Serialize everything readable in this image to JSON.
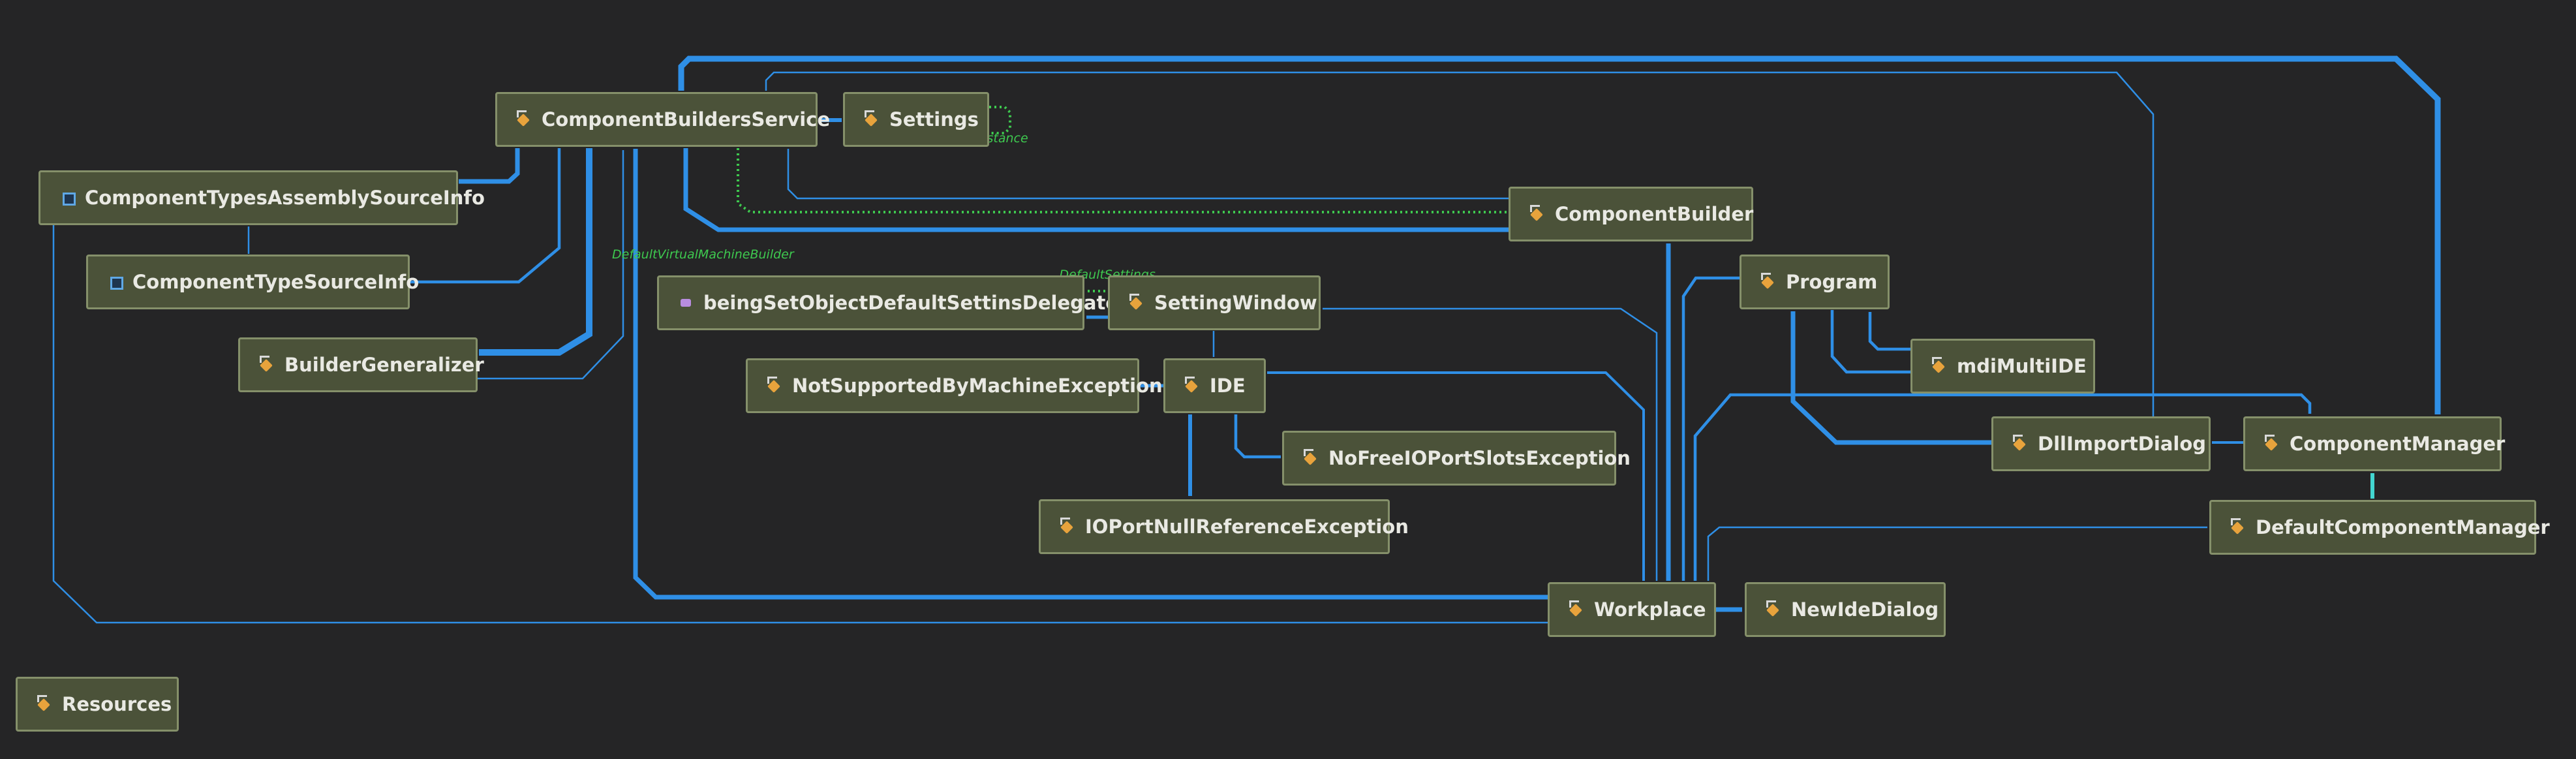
{
  "diagram": {
    "nodes": {
      "component_builders_service": {
        "label": "ComponentBuildersService",
        "icon": "class-icon"
      },
      "settings": {
        "label": "Settings",
        "icon": "class-icon"
      },
      "component_types_assembly_source_info": {
        "label": "ComponentTypesAssemblySourceInfo",
        "icon": "struct-icon"
      },
      "component_type_source_info": {
        "label": "ComponentTypeSourceInfo",
        "icon": "struct-icon"
      },
      "builder_generalizer": {
        "label": "BuilderGeneralizer",
        "icon": "class-icon"
      },
      "being_set_delegate": {
        "label": "beingSetObjectDefaultSettinsDelegate",
        "icon": "delegate-icon"
      },
      "setting_window": {
        "label": "SettingWindow",
        "icon": "class-icon"
      },
      "not_supported_exception": {
        "label": "NotSupportedByMachineException",
        "icon": "class-icon"
      },
      "ide": {
        "label": "IDE",
        "icon": "class-icon"
      },
      "no_free_ioport_exception": {
        "label": "NoFreeIOPortSlotsException",
        "icon": "class-icon"
      },
      "ioport_null_exception": {
        "label": "IOPortNullReferenceException",
        "icon": "class-icon"
      },
      "component_builder": {
        "label": "ComponentBuilder",
        "icon": "class-icon"
      },
      "program": {
        "label": "Program",
        "icon": "class-icon"
      },
      "mdi_multi_ide": {
        "label": "mdiMultiIDE",
        "icon": "class-icon"
      },
      "dll_import_dialog": {
        "label": "DllImportDialog",
        "icon": "class-icon"
      },
      "component_manager": {
        "label": "ComponentManager",
        "icon": "class-icon"
      },
      "default_component_manager": {
        "label": "DefaultComponentManager",
        "icon": "class-icon"
      },
      "workplace": {
        "label": "Workplace",
        "icon": "class-icon"
      },
      "new_ide_dialog": {
        "label": "NewIdeDialog",
        "icon": "class-icon"
      },
      "resources": {
        "label": "Resources",
        "icon": "class-icon"
      }
    },
    "edge_labels": {
      "default_instance": "defaultInstance",
      "default_virtual_machine_builder": "DefaultVirtualMachineBuilder",
      "default_settings": "_DefaultSettings"
    },
    "colors": {
      "background": "#252526",
      "node_fill": "#4b5239",
      "node_border": "#85906a",
      "association": "#2f8fe6",
      "dotted_reference": "#3ec94f",
      "inheritance": "#43d6d0"
    }
  }
}
